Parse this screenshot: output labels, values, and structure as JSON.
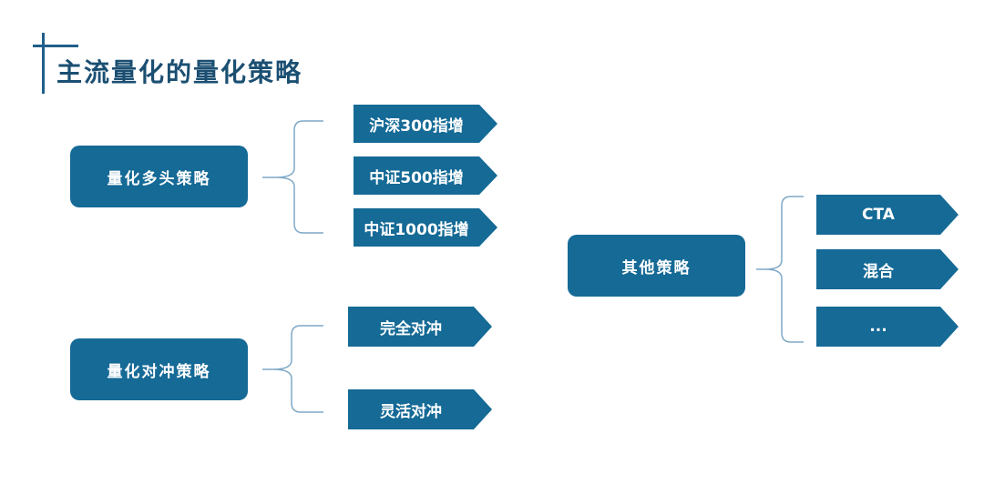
{
  "title": "主流量化的量化策略",
  "groups": {
    "long": {
      "label": "量化多头策略",
      "items": [
        "沪深300指增",
        "中证500指增",
        "中证1000指增"
      ]
    },
    "hedge": {
      "label": "量化对冲策略",
      "items": [
        "完全对冲",
        "灵活对冲"
      ]
    },
    "other": {
      "label": "其他策略",
      "items": [
        "CTA",
        "混合",
        "..."
      ]
    }
  },
  "colors": {
    "box_fill": "#156a96",
    "title_text": "#1b4f72",
    "brace": "#7fa9c7"
  }
}
